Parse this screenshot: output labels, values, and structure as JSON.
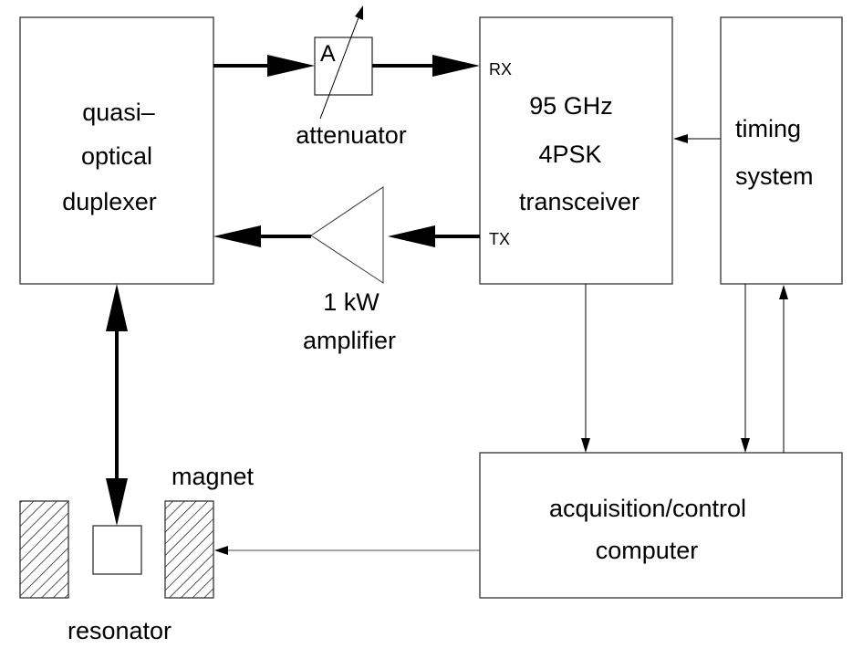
{
  "diagram": {
    "title": "",
    "blocks": {
      "duplexer": {
        "lines": [
          "quasi–",
          "optical",
          "duplexer"
        ]
      },
      "transceiver": {
        "lines": [
          "95 GHz",
          "4PSK",
          "transceiver"
        ],
        "port_rx": "RX",
        "port_tx": "TX"
      },
      "timing": {
        "lines": [
          "timing",
          "system"
        ]
      },
      "computer": {
        "lines": [
          "acquisition/control",
          "computer"
        ]
      },
      "attenuator": {
        "symbol": "A",
        "label": "attenuator"
      },
      "amplifier": {
        "lines": [
          "1 kW",
          "amplifier"
        ]
      },
      "magnet": {
        "label": "magnet"
      },
      "resonator": {
        "label": "resonator"
      }
    },
    "connections": [
      {
        "from": "duplexer",
        "to": "attenuator",
        "style": "thick"
      },
      {
        "from": "attenuator",
        "to": "transceiver.RX",
        "style": "thick"
      },
      {
        "from": "transceiver.TX",
        "to": "amplifier",
        "style": "thick"
      },
      {
        "from": "amplifier",
        "to": "duplexer",
        "style": "thick"
      },
      {
        "from": "duplexer",
        "to": "resonator",
        "style": "thick-bidirectional"
      },
      {
        "from": "timing",
        "to": "transceiver",
        "style": "thin"
      },
      {
        "from": "transceiver",
        "to": "computer",
        "style": "thin"
      },
      {
        "from": "timing",
        "to": "computer",
        "style": "thin"
      },
      {
        "from": "computer",
        "to": "timing",
        "style": "thin"
      },
      {
        "from": "computer",
        "to": "magnet",
        "style": "thin"
      }
    ]
  }
}
